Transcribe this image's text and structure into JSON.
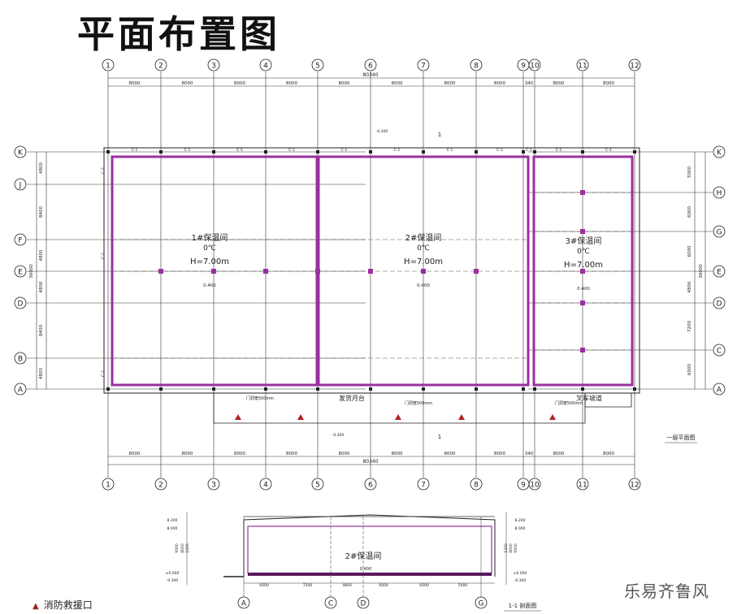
{
  "title": "平面布置图",
  "plan": {
    "col_axes": [
      "1",
      "2",
      "3",
      "4",
      "5",
      "6",
      "7",
      "8",
      "9",
      "10",
      "11",
      "12"
    ],
    "col_spacings": [
      "8000",
      "8000",
      "8000",
      "8000",
      "8000",
      "8000",
      "8000",
      "8000",
      "340",
      "8000",
      "8000"
    ],
    "overall_length": "80340",
    "row_axes_left": [
      "K",
      "J",
      "F",
      "E",
      "D",
      "B",
      "A"
    ],
    "row_spacings_left": [
      "4800",
      "8400",
      "4800",
      "4800",
      "8400",
      "4800"
    ],
    "row_axes_right": [
      "K",
      "H",
      "G",
      "E",
      "D",
      "C",
      "A"
    ],
    "row_spacings_right": [
      "5000",
      "6000",
      "6000",
      "4800",
      "7200",
      "6000"
    ],
    "overall_width": "36000",
    "rooms": [
      {
        "name": "1#保温间",
        "temp": "0℃",
        "height": "H=7.00m",
        "level": "0.400"
      },
      {
        "name": "2#保温间",
        "temp": "0℃",
        "height": "H=7.00m",
        "level": "0.400"
      },
      {
        "name": "3#保温间",
        "temp": "0℃",
        "height": "H=7.00m",
        "level": "0.400"
      }
    ],
    "outdoor_level": "-0.300",
    "section_mark": "1",
    "wall_tag": "C-1",
    "side_tag": "C-2",
    "platform_label": "发货月台",
    "ramp_label": "叉车坡道",
    "door_note": "门洞宽500mm",
    "plan_caption": "一层平面图"
  },
  "section": {
    "caption": "1-1 剖面图",
    "room_label": "2#保温间",
    "level": "0.400",
    "axes": [
      "A",
      "C",
      "D",
      "G"
    ],
    "spacings": [
      "6000",
      "7200",
      "4800",
      "6000",
      "6000",
      "5000"
    ],
    "left_levels": [
      "8.200",
      "8.000",
      "±0.000",
      "-0.300"
    ],
    "right_levels": [
      "8.200",
      "8.000",
      "±0.000",
      "-0.300"
    ],
    "height_dims": [
      "1200",
      "8000",
      "9500"
    ]
  },
  "legend": {
    "fire_rescue": "消防救援口"
  },
  "watermark": "乐易齐鲁风",
  "colors": {
    "wall": "#9b2fa0",
    "line": "#222222",
    "rescue": "#b02020"
  }
}
